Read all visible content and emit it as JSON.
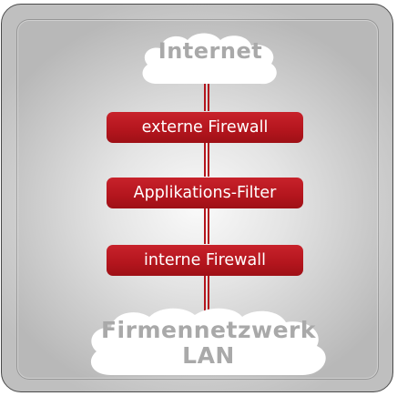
{
  "diagram": {
    "top_node": {
      "label": "Internet"
    },
    "steps": [
      {
        "label": "externe Firewall"
      },
      {
        "label": "Applikations-Filter"
      },
      {
        "label": "interne Firewall"
      }
    ],
    "bottom_node": {
      "label_line1": "Firmennetzwerk",
      "label_line2": "LAN"
    }
  },
  "colors": {
    "accent": "#b3151d",
    "box_text": "#ffffff",
    "cloud_fill": "#ffffff",
    "cloud_text": "#a9a9a9",
    "background_center": "#f6f6f6",
    "background_edge": "#bfbfbf"
  }
}
